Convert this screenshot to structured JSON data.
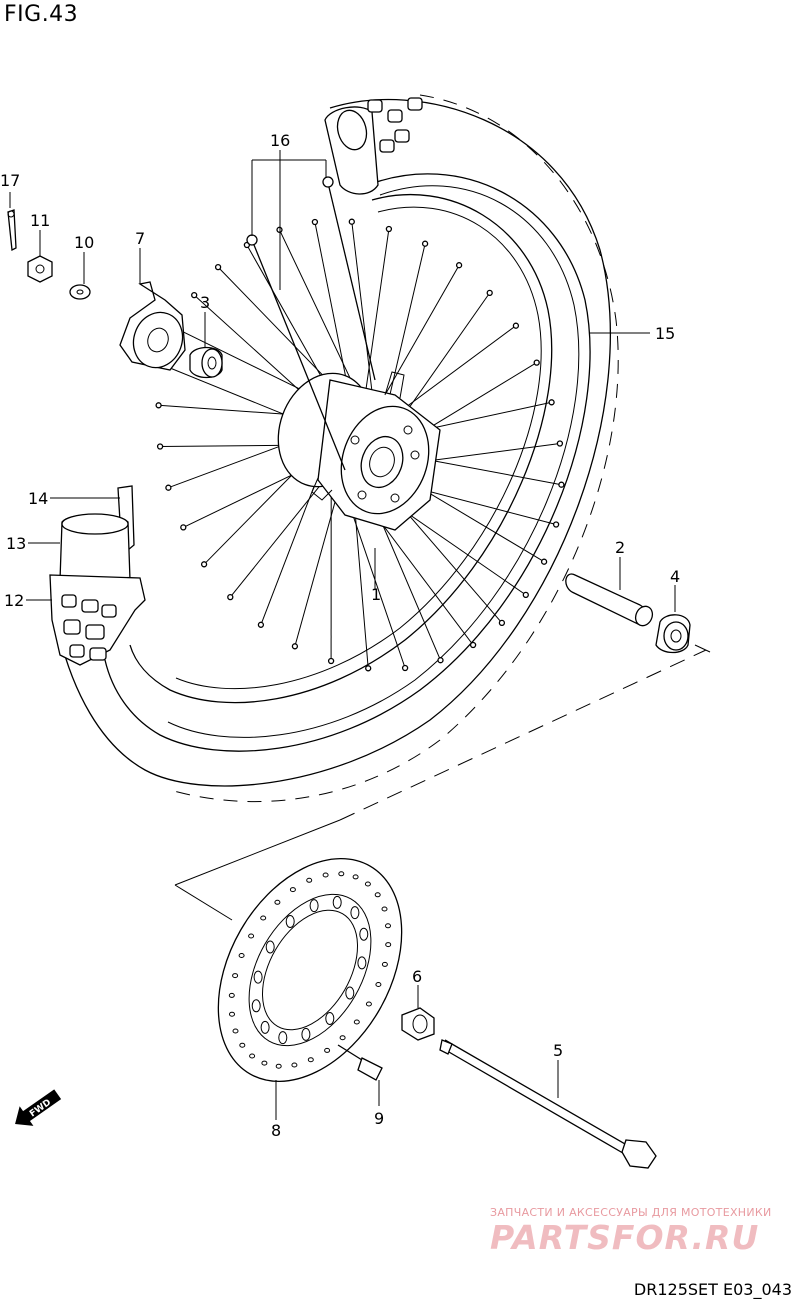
{
  "figure": {
    "title": "FIG.43",
    "code": "DR125SET E03_043"
  },
  "fwd_label": "FWD",
  "callouts": [
    {
      "num": "1"
    },
    {
      "num": "2"
    },
    {
      "num": "3"
    },
    {
      "num": "4"
    },
    {
      "num": "5"
    },
    {
      "num": "6"
    },
    {
      "num": "7"
    },
    {
      "num": "8"
    },
    {
      "num": "9"
    },
    {
      "num": "10"
    },
    {
      "num": "11"
    },
    {
      "num": "12"
    },
    {
      "num": "13"
    },
    {
      "num": "14"
    },
    {
      "num": "15"
    },
    {
      "num": "16"
    },
    {
      "num": "17"
    }
  ],
  "watermark": {
    "subtitle": "ЗАПЧАСТИ И АКСЕССУАРЫ ДЛЯ МОТОТЕХНИКИ",
    "brand": "PARTSFOR.RU"
  },
  "colors": {
    "line": "#000000",
    "watermark": "#e24450"
  }
}
